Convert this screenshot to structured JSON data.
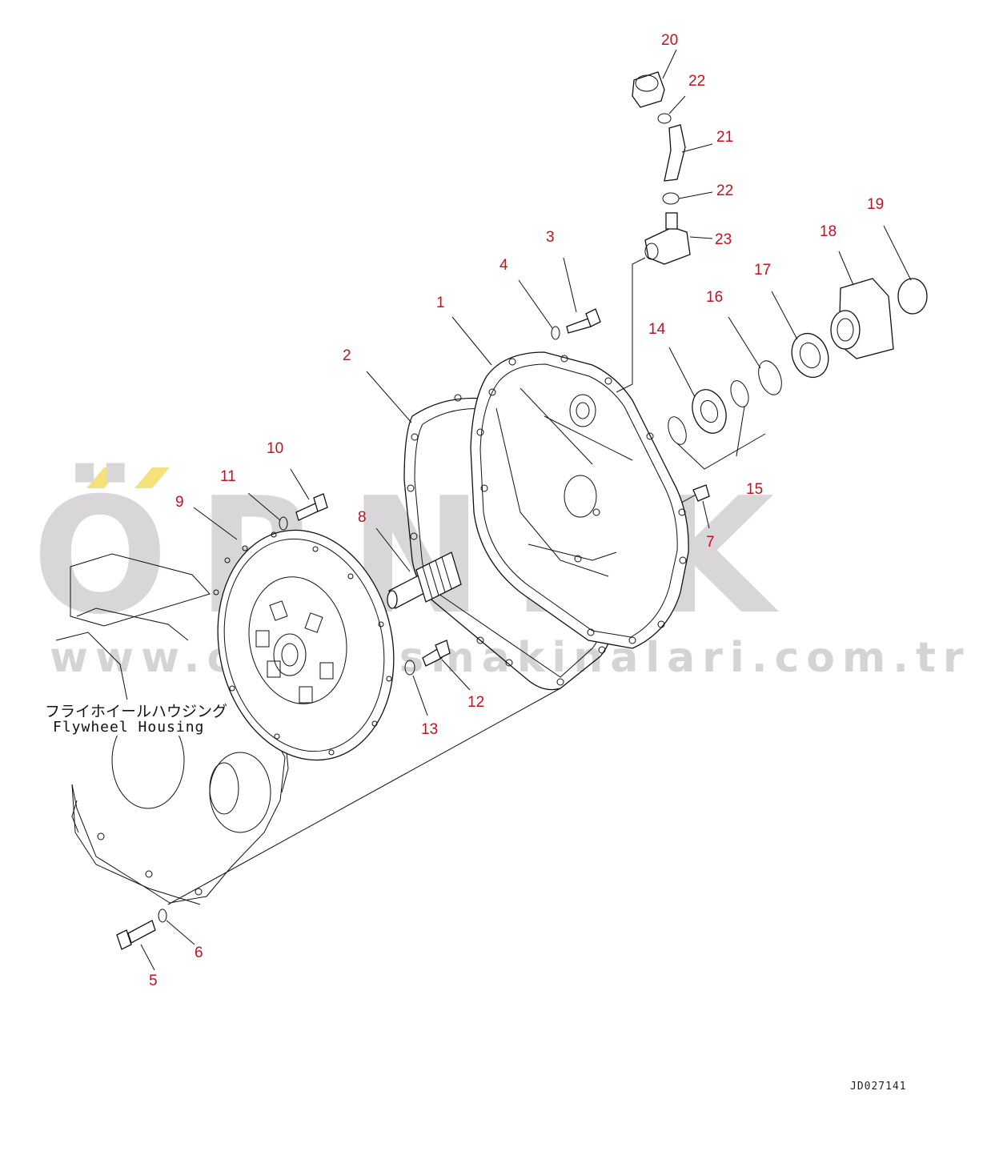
{
  "watermark": {
    "brand": "ÖRNEK",
    "url": "www.ornekismakinalari.com.tr",
    "accent_color": "#f6e07a",
    "text_color": "#d9d6da"
  },
  "labels": {
    "flywheel_jp": "フライホイールハウジング",
    "flywheel_en": "Flywheel Housing",
    "doc_id": "JD027141"
  },
  "callouts": {
    "c1": "1",
    "c2": "2",
    "c3": "3",
    "c4": "4",
    "c5": "5",
    "c6": "6",
    "c7": "7",
    "c8": "8",
    "c9": "9",
    "c10": "10",
    "c11": "11",
    "c12": "12",
    "c13": "13",
    "c14": "14",
    "c15": "15",
    "c16": "16",
    "c17": "17",
    "c18": "18",
    "c19": "19",
    "c20": "20",
    "c21": "21",
    "c22a": "22",
    "c22b": "22",
    "c23": "23"
  },
  "colors": {
    "callout": "#c1121f",
    "line": "#111111"
  }
}
